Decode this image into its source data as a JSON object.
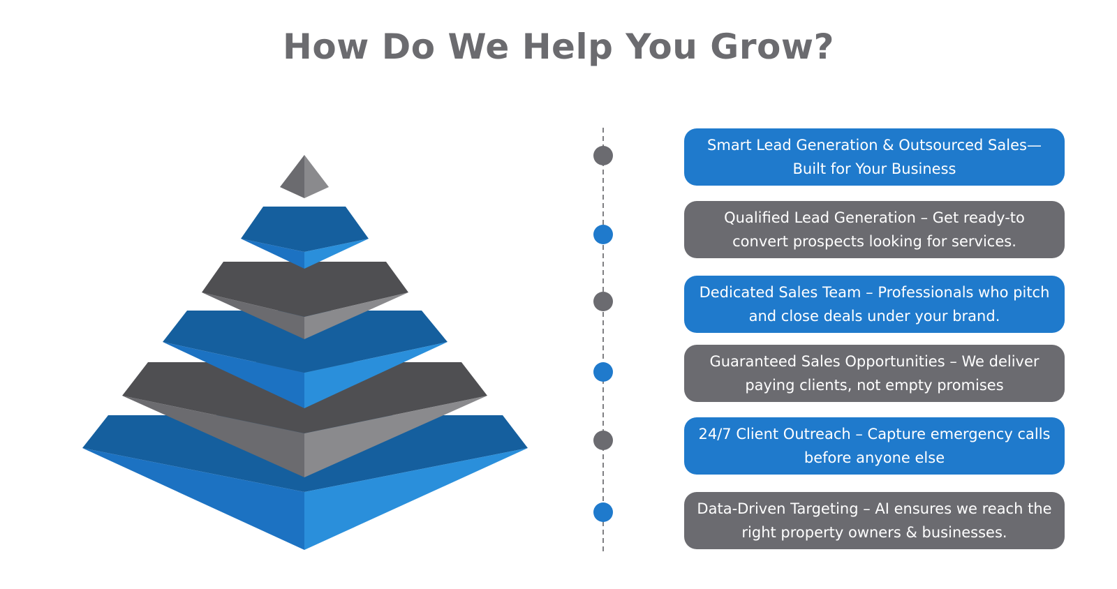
{
  "title": "How Do We Help You Grow?",
  "colors": {
    "blue": "#1f7acc",
    "gray": "#6b6b70",
    "title": "#6b6b6f"
  },
  "steps": [
    {
      "text": "Smart Lead Generation & Outsourced Sales—Built for Your Business",
      "style": "blue"
    },
    {
      "text": "Qualified Lead Generation – Get ready-to convert prospects looking for services.",
      "style": "gray"
    },
    {
      "text": "Dedicated Sales Team – Professionals who pitch and close deals under your brand.",
      "style": "blue"
    },
    {
      "text": "Guaranteed Sales Opportunities – We deliver paying clients, not empty promises",
      "style": "gray"
    },
    {
      "text": "24/7 Client Outreach – Capture emergency calls before anyone else",
      "style": "blue"
    },
    {
      "text": "Data-Driven Targeting – AI ensures we reach the right property owners & businesses.",
      "style": "gray"
    }
  ]
}
